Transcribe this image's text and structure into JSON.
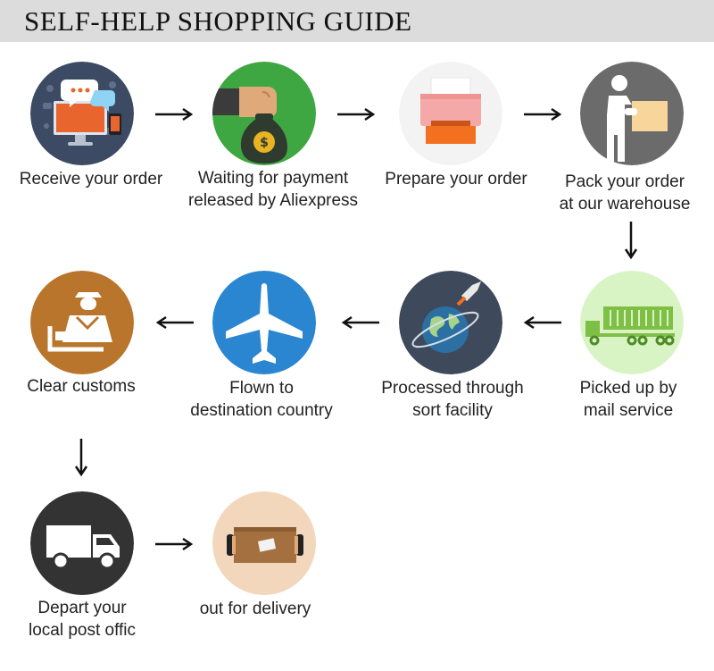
{
  "title": "SELF-HELP SHOPPING GUIDE",
  "steps": [
    {
      "lines": [
        "Receive your order"
      ],
      "icon": "computer-chat-icon",
      "color": "#3d4a63"
    },
    {
      "lines": [
        "Waiting for payment",
        "released by Aliexpress"
      ],
      "icon": "money-bag-hand-icon",
      "color": "#3fa742"
    },
    {
      "lines": [
        "Prepare your order"
      ],
      "icon": "printer-icon",
      "color": "#f4f4f4"
    },
    {
      "lines": [
        "Pack your order",
        "at our warehouse"
      ],
      "icon": "worker-box-icon",
      "color": "#6b6b6b"
    },
    {
      "lines": [
        "Picked up by",
        "mail service"
      ],
      "icon": "truck-container-icon",
      "color": "#d9f4c4"
    },
    {
      "lines": [
        "Processed through",
        "sort facility"
      ],
      "icon": "globe-rocket-icon",
      "color": "#3e4a5c"
    },
    {
      "lines": [
        "Flown to",
        "destination country"
      ],
      "icon": "airplane-icon",
      "color": "#2a86d1"
    },
    {
      "lines": [
        "Clear customs"
      ],
      "icon": "customs-officer-icon",
      "color": "#b9752c"
    },
    {
      "lines": [
        "Depart your",
        "local post offic"
      ],
      "icon": "delivery-van-icon",
      "color": "#333333"
    },
    {
      "lines": [
        "out for delivery"
      ],
      "icon": "parcel-box-icon",
      "color": "#f3d7bd"
    }
  ]
}
